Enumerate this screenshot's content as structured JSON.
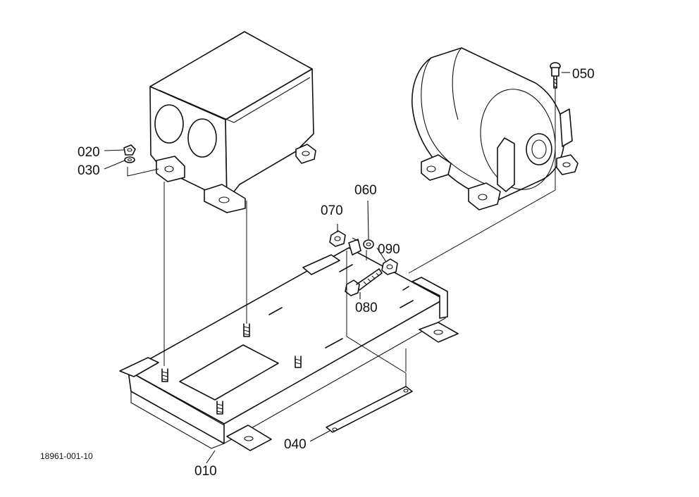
{
  "part_labels": {
    "p010": "010",
    "p020": "020",
    "p030": "030",
    "p040": "040",
    "p050": "050",
    "p060": "060",
    "p070": "070",
    "p080": "080",
    "p090": "090"
  },
  "drawing_code": "18961-001-10"
}
